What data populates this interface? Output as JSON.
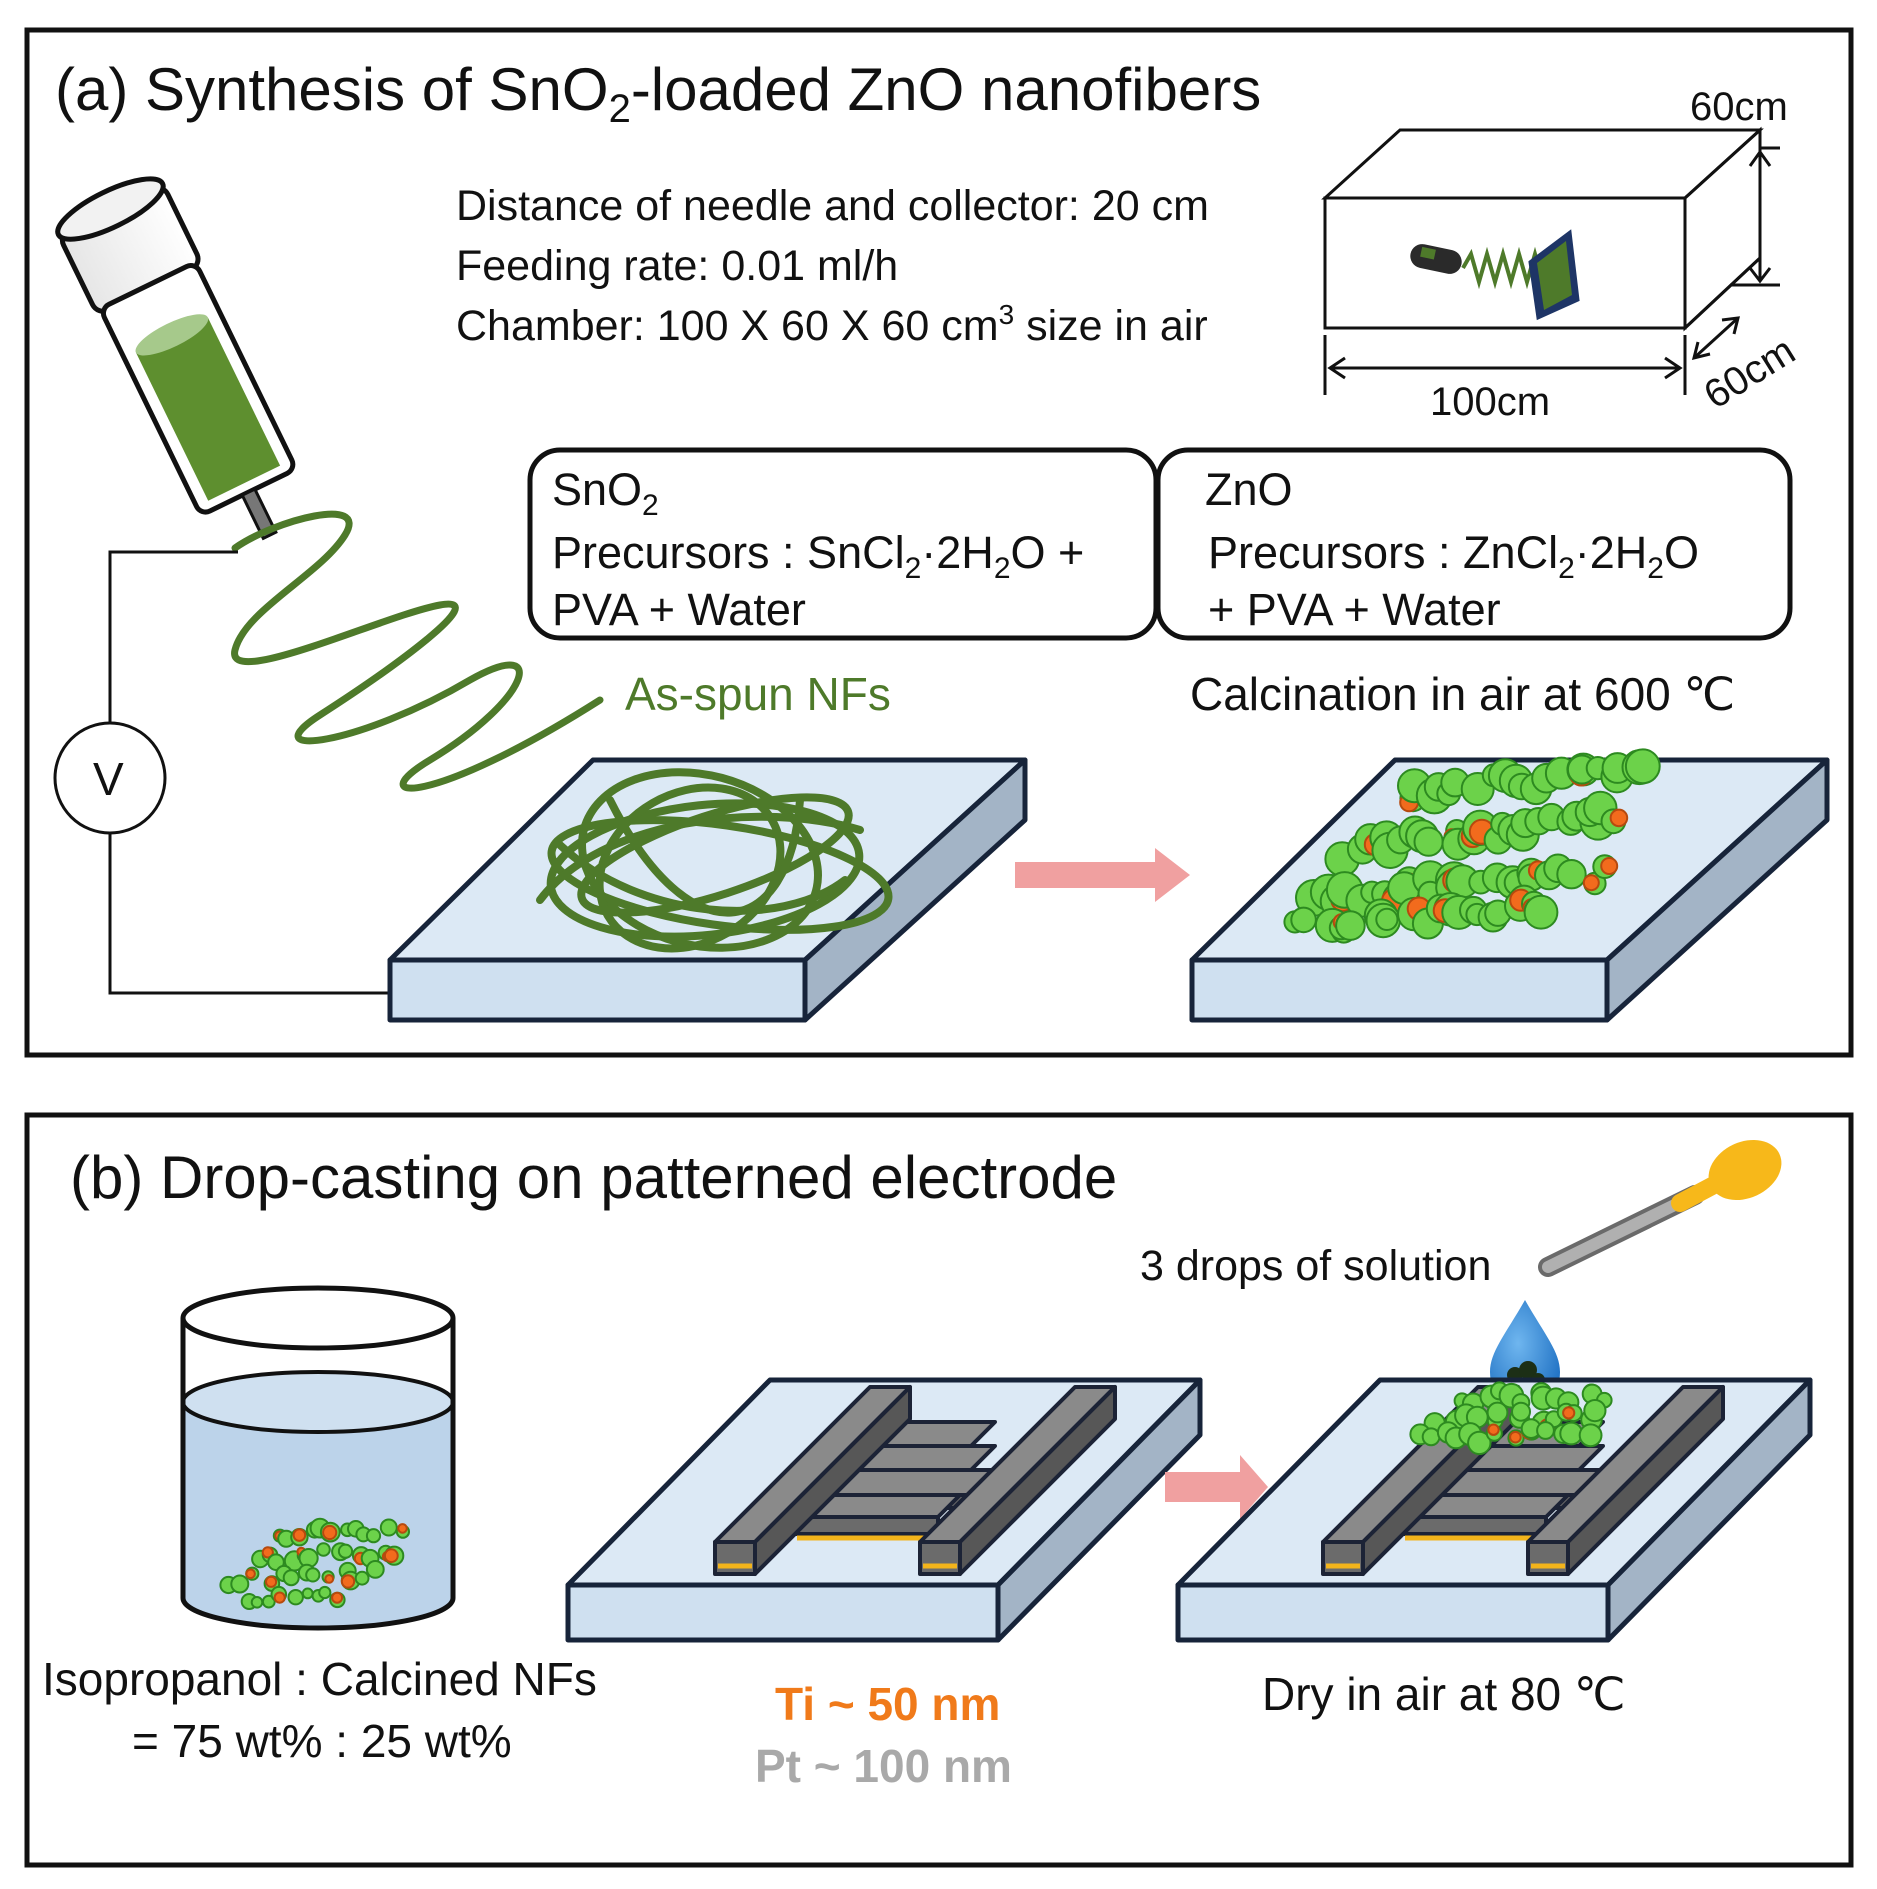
{
  "panel_a": {
    "title_prefix": "(a) Synthesis of SnO",
    "title_sub": "2",
    "title_suffix": "-loaded ZnO nanofibers",
    "params": [
      "Distance of needle and collector: 20 cm",
      "Feeding rate: 0.01 ml/h"
    ],
    "chamber": {
      "prefix": "Chamber: 100 X 60 X 60 cm",
      "sup": "3",
      "suffix": " size in air",
      "dim_height": "60cm",
      "dim_depth": "60cm",
      "dim_length": "100cm"
    },
    "voltage_label": "V",
    "sno2_box": {
      "name": "SnO",
      "name_sub": "2",
      "line2_a": "Precursors : SnCl",
      "line2_b": "2",
      "line2_c": "·2H",
      "line2_d": "2",
      "line2_e": "O +",
      "line3": "PVA + Water"
    },
    "zno_box": {
      "name": "ZnO",
      "line2_a": "Precursors : ZnCl",
      "line2_b": "2",
      "line2_c": "·2H",
      "line2_d": "2",
      "line2_e": "O",
      "line3": "+ PVA + Water"
    },
    "as_spun": "As-spun  NFs",
    "calcination": "Calcination  in air at 600 ℃"
  },
  "panel_b": {
    "title": "(b) Drop-casting on patterned electrode",
    "drops": "3 drops of solution",
    "ratio_line1": "Isopropanol : Calcined NFs",
    "ratio_line2": "= 75 wt% : 25 wt%",
    "ti": "Ti ~ 50 nm",
    "pt": "Pt ~ 100 nm",
    "dry": "Dry  in air at 80 ℃"
  },
  "colors": {
    "fiber_green": "#4e7a2a",
    "solution_green": "#5e8f2f",
    "substrate": "#dce9f5",
    "arrow_pink": "#f0a0a0",
    "ti_orange": "#f07a1a",
    "pt_gray": "#a9a9a9",
    "gold_layer": "#f3b41b",
    "dropper_yellow": "#f7b81a",
    "drop_blue": "#3a8fd6"
  }
}
